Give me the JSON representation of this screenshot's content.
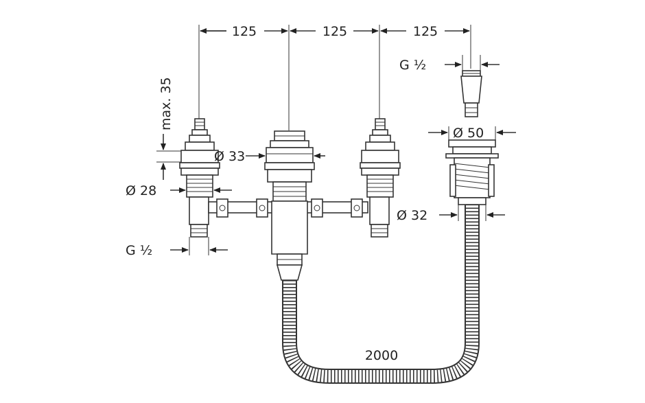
{
  "dimensions": {
    "spacing_1": "125",
    "spacing_2": "125",
    "spacing_3": "125",
    "max_depth": "max. 35",
    "diameter_33": "Ø 33",
    "diameter_28": "Ø 28",
    "thread_left": "G ½",
    "thread_right": "G ½",
    "diameter_50": "Ø 50",
    "diameter_32": "Ø 32",
    "hose_length": "2000"
  },
  "colors": {
    "line": "#333333",
    "background": "#ffffff"
  }
}
